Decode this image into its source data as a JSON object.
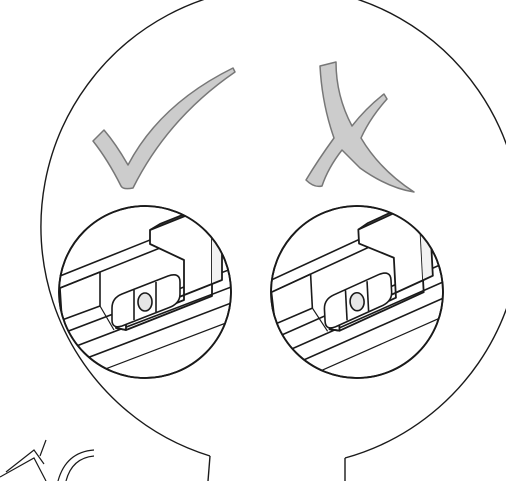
{
  "diagram": {
    "type": "installation-instruction",
    "description_icons": [
      "checkmark-icon",
      "cross-icon"
    ],
    "panels": [
      {
        "id": "correct",
        "status": "correct",
        "icon": "checkmark-icon"
      },
      {
        "id": "incorrect",
        "status": "incorrect",
        "icon": "cross-icon"
      }
    ],
    "colors": {
      "line": "#1a1a1a",
      "icon_fill": "#cccccc",
      "icon_stroke": "#777777",
      "background": "#ffffff"
    }
  }
}
